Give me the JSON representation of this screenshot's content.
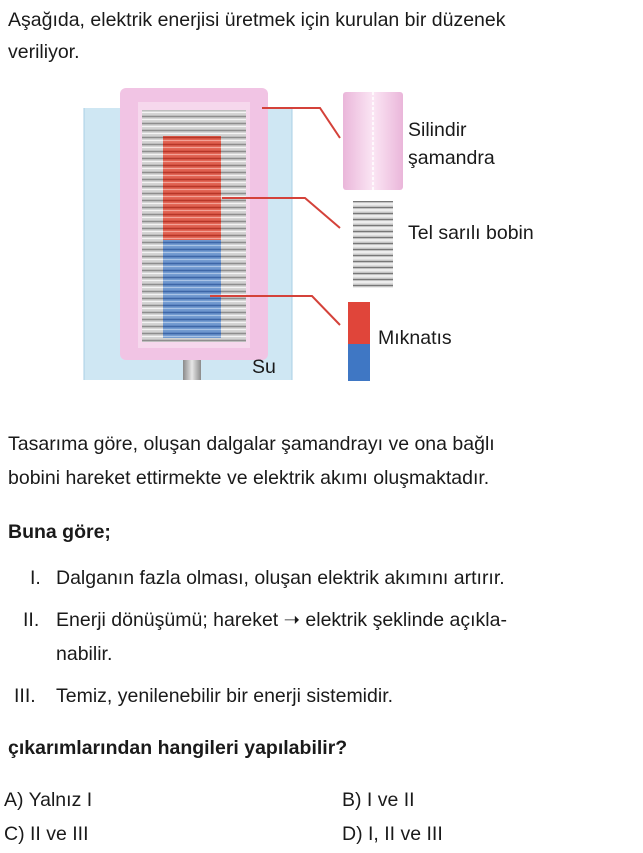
{
  "intro": {
    "line1": "Aşağıda, elektrik enerjisi üretmek için kurulan bir düzenek",
    "line2": "veriliyor."
  },
  "diagram": {
    "labels": {
      "float": "Silindir",
      "float_line2": "şamandra",
      "coil": "Tel sarılı bobin",
      "magnet": "Mıknatıs",
      "water": "Su"
    },
    "colors": {
      "water": "#cfe7f3",
      "float": "#f1c4e4",
      "magnet_north": "#e0453a",
      "magnet_south": "#3f77c4",
      "leader": "#d4423a"
    }
  },
  "description": {
    "line1": "Tasarıma göre, oluşan dalgalar şamandrayı ve ona bağlı",
    "line2": "bobini hareket ettirmekte ve elektrik akımı oluşmaktadır."
  },
  "question": {
    "lead": "Buna göre;",
    "statements": [
      {
        "num": "I.",
        "lines": [
          "Dalganın fazla olması, oluşan elektrik akımını artırır."
        ]
      },
      {
        "num": "II.",
        "lines": [
          "Enerji dönüşümü; hareket ➝ elektrik şeklinde açıkla-",
          "nabilir."
        ]
      },
      {
        "num": "III.",
        "lines": [
          "Temiz, yenilenebilir bir enerji sistemidir."
        ]
      }
    ],
    "prompt": "çıkarımlarından hangileri yapılabilir?"
  },
  "options": [
    {
      "label": "A) Yalnız I"
    },
    {
      "label": "B) I ve II"
    },
    {
      "label": "C) II ve III"
    },
    {
      "label": "D) I, II ve III"
    }
  ]
}
